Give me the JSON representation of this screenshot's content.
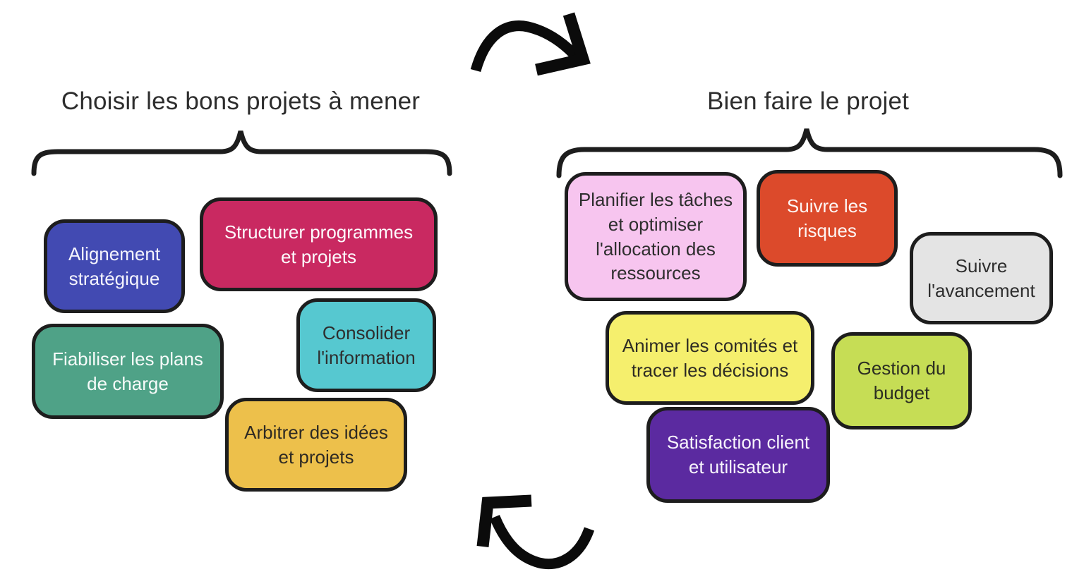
{
  "canvas": {
    "background": "#ffffff",
    "outline_color": "#1d1d1d",
    "title_color": "#2d2d2d",
    "arrow_color": "#0b0b0b"
  },
  "arrows": {
    "top": "curved-arrow-pointing-right",
    "bottom": "curved-arrow-pointing-left"
  },
  "groups": [
    {
      "title": "Choisir les bons projets à mener",
      "cards": [
        {
          "id": "alignement-strategique",
          "label": "Alignement\nstratégique",
          "bg": "#424ab2",
          "text_color": "#f4f3fd"
        },
        {
          "id": "structurer-programmes",
          "label": "Structurer programmes\net projets",
          "bg": "#c92961",
          "text_color": "#fdfbfd"
        },
        {
          "id": "fiabiliser-plans-charge",
          "label": "Fiabiliser les plans\nde charge",
          "bg": "#4fa287",
          "text_color": "#f6fbf9"
        },
        {
          "id": "consolider-information",
          "label": "Consolider\nl'information",
          "bg": "#56c8d0",
          "text_color": "#2e2e2e"
        },
        {
          "id": "arbitrer-idees-projets",
          "label": "Arbitrer des idées\net projets",
          "bg": "#edc04b",
          "text_color": "#2e2a23"
        }
      ]
    },
    {
      "title": "Bien faire le projet",
      "cards": [
        {
          "id": "planifier-taches-ressources",
          "label": "Planifier les tâches\net optimiser\nl'allocation des\nressources",
          "bg": "#f7c5ef",
          "text_color": "#2e2e2e"
        },
        {
          "id": "suivre-risques",
          "label": "Suivre les\nrisques",
          "bg": "#dc4a2b",
          "text_color": "#fdf6f4"
        },
        {
          "id": "suivre-avancement",
          "label": "Suivre\nl'avancement",
          "bg": "#e4e4e4",
          "text_color": "#2e2e2e"
        },
        {
          "id": "animer-comites-decisions",
          "label": "Animer les comités et\ntracer les décisions",
          "bg": "#f5ef6d",
          "text_color": "#2e2c24"
        },
        {
          "id": "gestion-budget",
          "label": "Gestion du\nbudget",
          "bg": "#c6dd55",
          "text_color": "#2c2e22"
        },
        {
          "id": "satisfaction-client",
          "label": "Satisfaction client\net utilisateur",
          "bg": "#5b2aa0",
          "text_color": "#f7f4fc"
        }
      ]
    }
  ]
}
